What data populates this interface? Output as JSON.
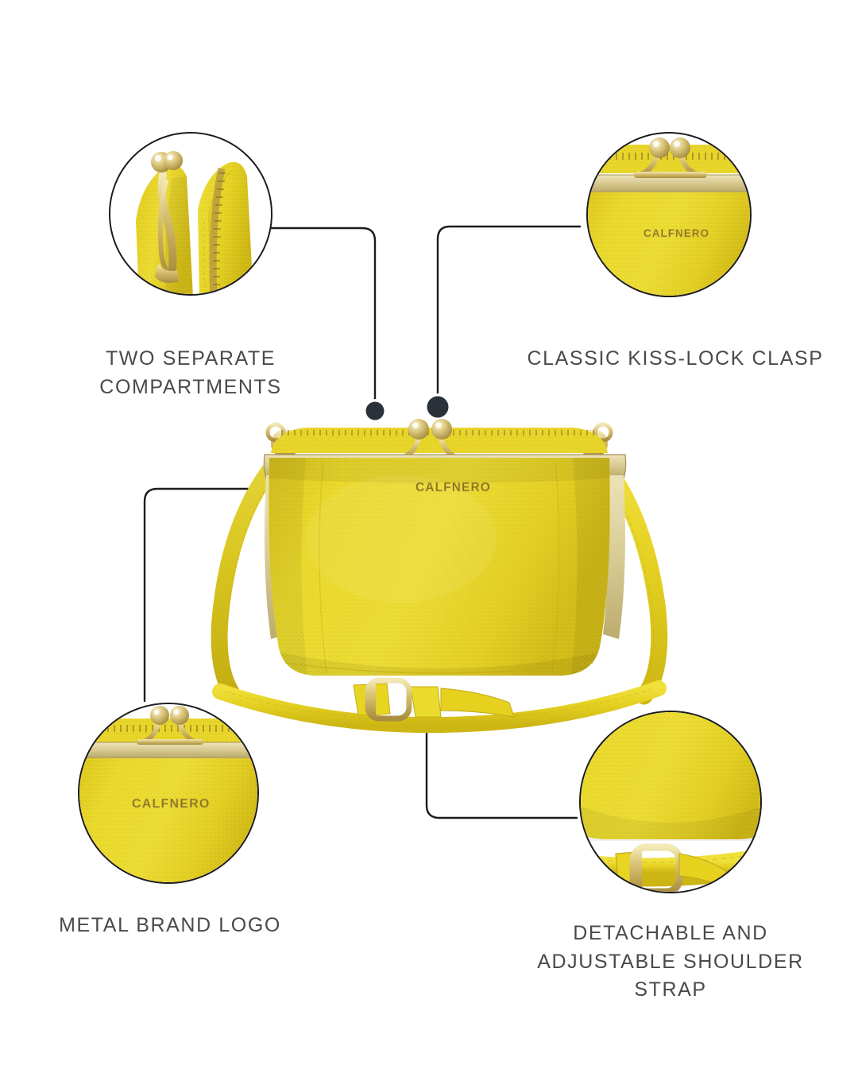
{
  "page": {
    "background_color": "#ffffff",
    "product_brand": "CALFNERO",
    "product_color_hex": "#E8D522",
    "hardware_color_hex": "#C9A227",
    "line_color_hex": "#1C1C1C",
    "dot_color_hex": "#2B3138",
    "label_color_hex": "#4A4A4A"
  },
  "callouts": [
    {
      "id": "two-separate-compartments",
      "label": "TWO SEPARATE COMPARTMENTS",
      "position": "top-left",
      "detail": "open twin-compartment top with zip and kiss-lock"
    },
    {
      "id": "classic-kiss-lock-clasp",
      "label": "CLASSIC KISS-LOCK CLASP",
      "position": "top-right",
      "detail": "gold ball kiss-lock clasp on metal frame"
    },
    {
      "id": "metal-brand-logo",
      "label": "METAL BRAND LOGO",
      "position": "bottom-left",
      "detail": "CALFNERO metal lettering on grained leather"
    },
    {
      "id": "detachable-and-adjustable-shoulder-strap",
      "label": "DETACHABLE AND\nADJUSTABLE SHOULDER STRAP",
      "position": "bottom-right",
      "detail": "adjustable buckle slider on leather strap"
    }
  ],
  "inset_logos": {
    "kiss_lock_clasp": "CALFNERO",
    "metal_brand_logo": "CALFNERO"
  },
  "product_logo": "CALFNERO"
}
